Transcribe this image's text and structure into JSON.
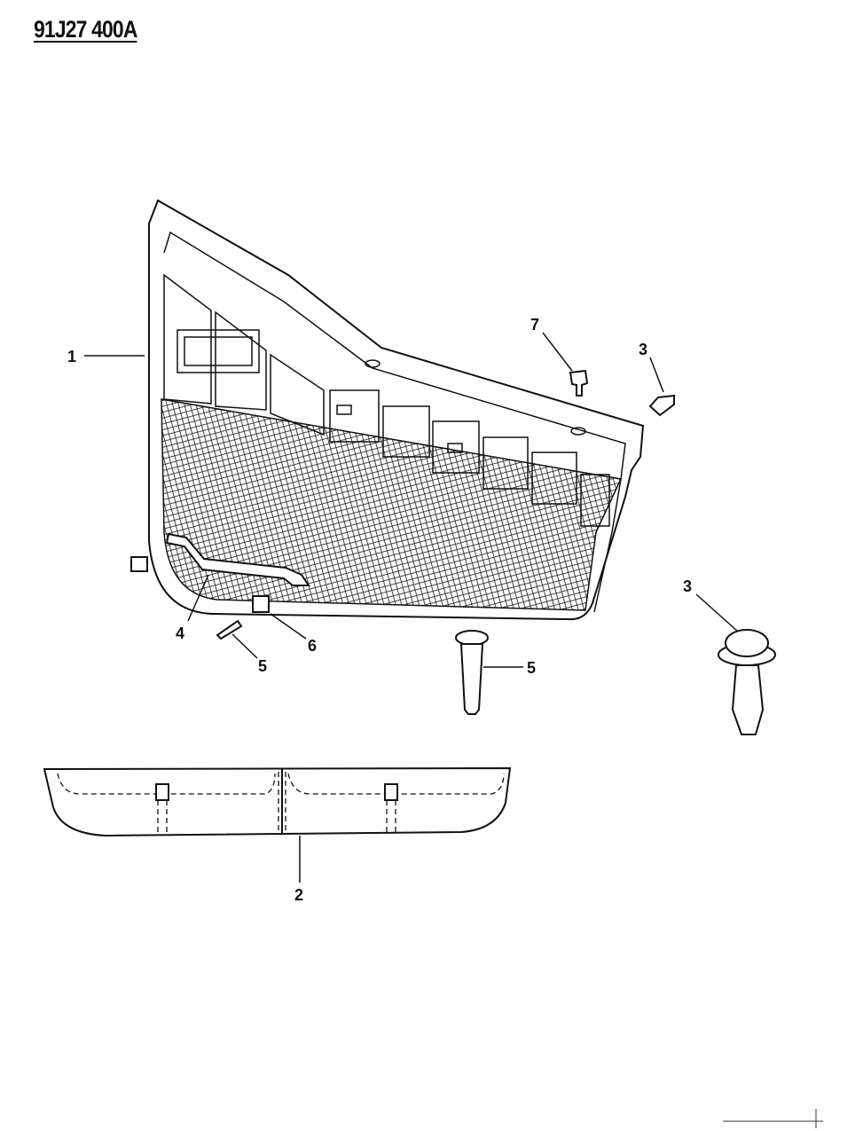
{
  "diagram": {
    "reference_code": "91J27 400A",
    "callouts": {
      "door_panel": "1",
      "storage_pouch": "2",
      "fastener_upper": "3",
      "push_pin_retainer": "3",
      "grab_handle": "4",
      "small_screw": "5",
      "large_screw": "5",
      "clip_nut": "6",
      "clip": "7"
    }
  }
}
